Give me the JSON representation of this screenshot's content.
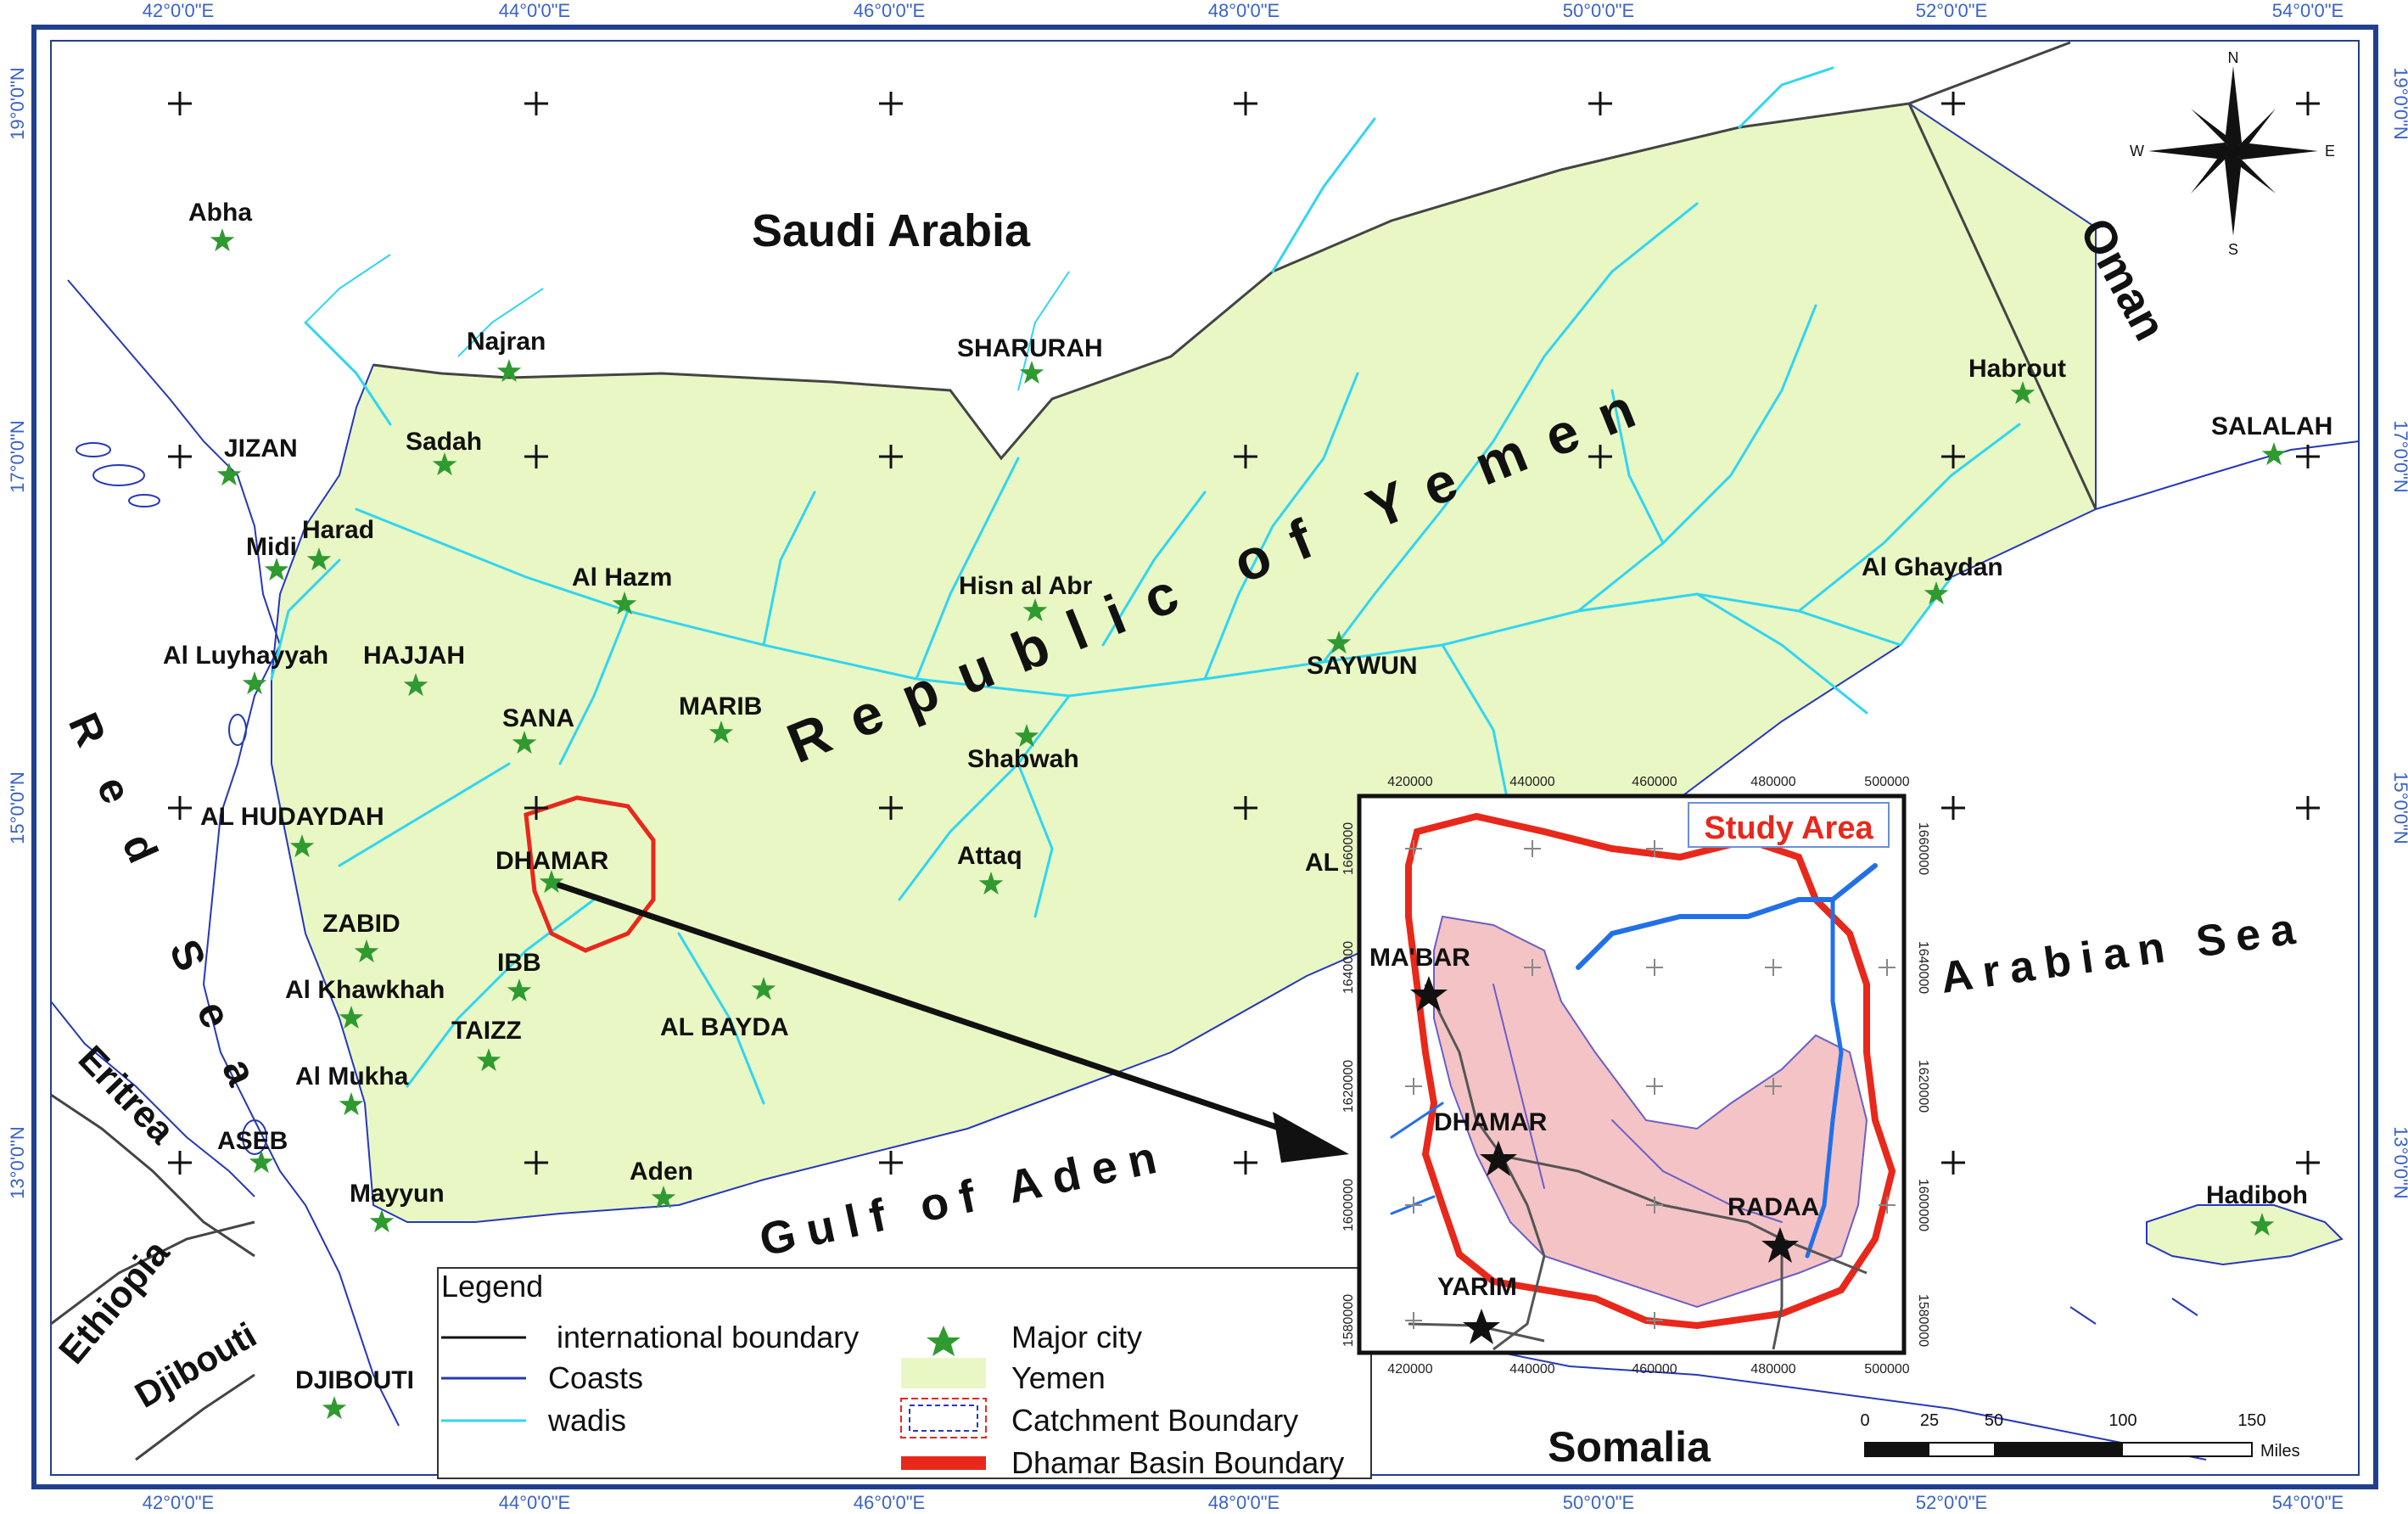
{
  "grid_labels": {
    "top": [
      "42°0'0\"E",
      "44°0'0\"E",
      "46°0'0\"E",
      "48°0'0\"E",
      "50°0'0\"E",
      "52°0'0\"E",
      "54°0'0\"E"
    ],
    "bottom": [
      "42°0'0\"E",
      "44°0'0\"E",
      "46°0'0\"E",
      "48°0'0\"E",
      "50°0'0\"E",
      "52°0'0\"E",
      "54°0'0\"E"
    ],
    "left": [
      "19°0'0\"N",
      "17°0'0\"N",
      "15°0'0\"N",
      "13°0'0\"N"
    ],
    "right": [
      "19°0'0\"N",
      "17°0'0\"N",
      "15°0'0\"N",
      "13°0'0\"N"
    ]
  },
  "regions": {
    "saudi_arabia": "Saudi Arabia",
    "oman": "Oman",
    "yemen": "Republic of Yemen",
    "red_sea": "Red Sea",
    "gulf_of_aden": "Gulf of Aden",
    "arabian_sea": "Arabian Sea",
    "eritrea": "Eritrea",
    "ethiopia": "Ethiopia",
    "djibouti": "Djibouti",
    "somalia": "Somalia"
  },
  "cities": [
    "Abha",
    "Najran",
    "SHARURAH",
    "Habrout",
    "SALALAH",
    "JIZAN",
    "Sadah",
    "Midi",
    "Harad",
    "Al Hazm",
    "Hisn al Abr",
    "Al Ghaydan",
    "Al Luyhayyah",
    "HAJJAH",
    "SANA",
    "MARIB",
    "Shabwah",
    "SAYWUN",
    "AL HUDAYDAH",
    "DHAMAR",
    "Attaq",
    "ZABID",
    "IBB",
    "Al Khawkhah",
    "AL BAYDA",
    "TAIZZ",
    "Al Mukha",
    "ASEB",
    "Mayyun",
    "Aden",
    "Hadiboh",
    "DJIBOUTI",
    "AL"
  ],
  "inset": {
    "title": "Study Area",
    "cities": [
      "MA'BAR",
      "DHAMAR",
      "RADAA",
      "YARIM"
    ],
    "x_ticks": [
      "420000",
      "440000",
      "460000",
      "480000",
      "500000"
    ],
    "y_ticks": [
      "1660000",
      "1640000",
      "1620000",
      "1600000",
      "1580000"
    ]
  },
  "legend": {
    "title": "Legend",
    "items": [
      "international boundary",
      "Coasts",
      "wadis",
      "Major city",
      "Yemen",
      "Catchment Boundary",
      "Dhamar Basin Boundary"
    ]
  },
  "compass": {
    "n": "N",
    "s": "S",
    "e": "E",
    "w": "W"
  },
  "scale_bar": {
    "ticks": [
      "0",
      "25",
      "50",
      "100",
      "150"
    ],
    "unit": "Miles"
  },
  "colors": {
    "yemen_fill": "#e9f7c5",
    "wadi": "#2fd6f0",
    "coast": "#2638b8",
    "boundary": "#444444",
    "basin": "#e8281b",
    "basin_fill": "#f4c3c6",
    "city_star": "#2f9a2f"
  }
}
